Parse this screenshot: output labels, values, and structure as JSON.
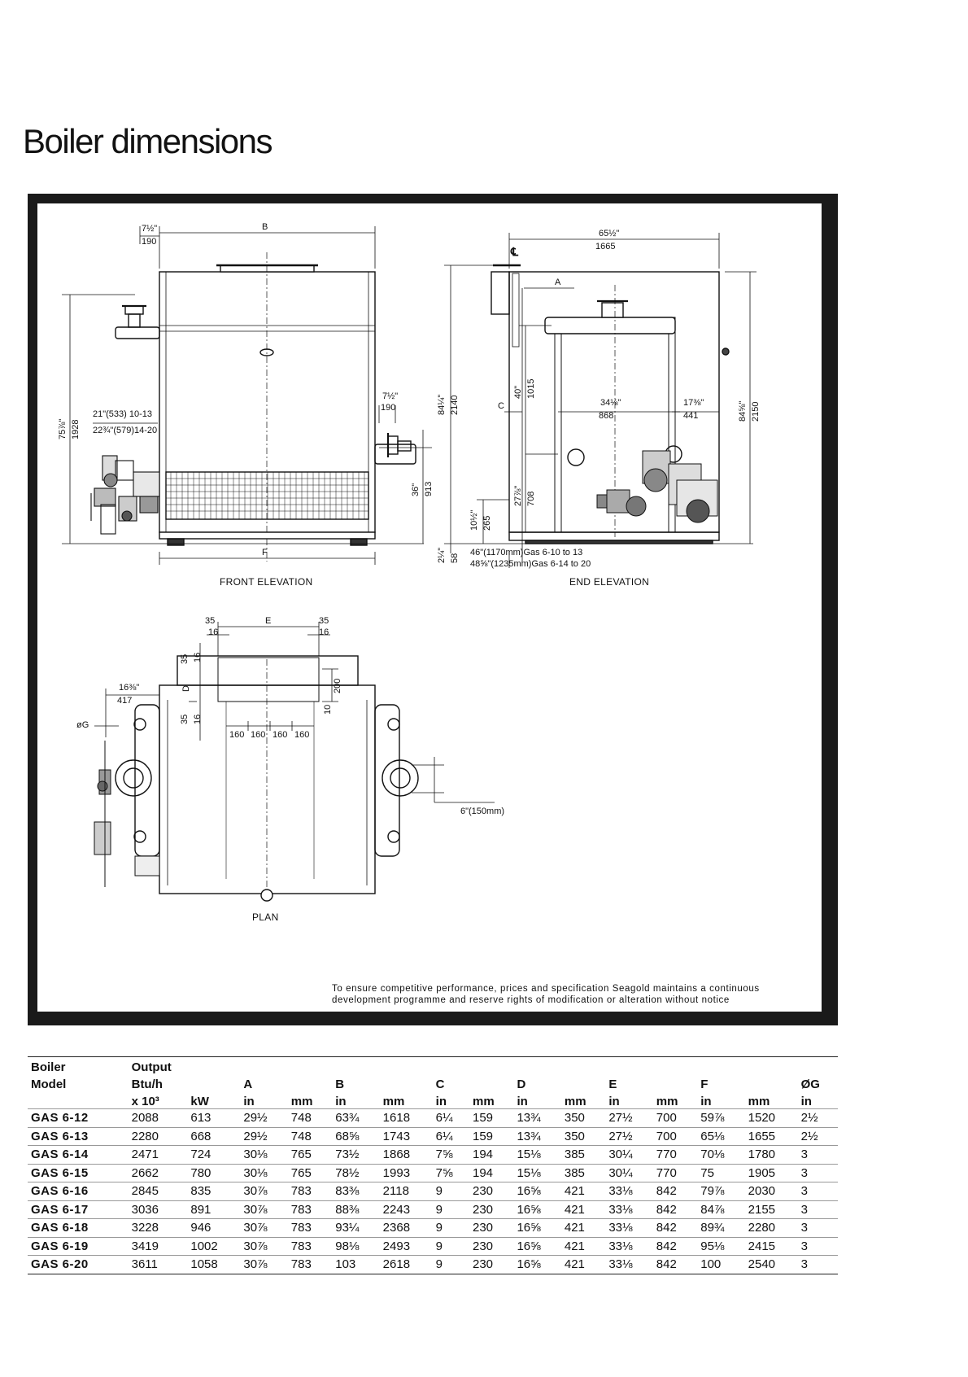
{
  "page_title": "Boiler dimensions",
  "drawing": {
    "front_elevation_label": "FRONT ELEVATION",
    "end_elevation_label": "END ELEVATION",
    "plan_label": "PLAN",
    "notice_line1": "To ensure competitive performance, prices and specification Seagold maintains a continuous",
    "notice_line2": "development programme and reserve rights of modification or alteration without notice",
    "front_dims": {
      "b": "B",
      "f": "F",
      "d7a": "7½\"",
      "d190a": "190",
      "d7b": "7½\"",
      "d190b": "190",
      "d75": "75⅞\"",
      "d1928": "1928",
      "d21": "21\"(533) 10-13",
      "d22": "22¾\"(579)14-20",
      "d36": "36\"",
      "d913": "913"
    },
    "end_dims": {
      "d65": "65½\"",
      "d1665": "1665",
      "cl": "℄",
      "a": "A",
      "c": "C",
      "d84a": "84¼\"",
      "d2140": "2140",
      "d40": "40\"",
      "d1015": "1015",
      "d34": "34⅛\"",
      "d868": "868",
      "d17": "17⅜\"",
      "d441": "441",
      "d84b": "84⅝\"",
      "d2150": "2150",
      "d27": "27⅞\"",
      "d708": "708",
      "d10": "10½\"",
      "d265": "265",
      "d2": "2¼\"",
      "d58": "58",
      "d46": "46\"(1170mm)Gas 6-10 to 13",
      "d48": "48⅝\"(1235mm)Gas 6-14 to 20"
    },
    "plan_dims": {
      "d35a": "35",
      "d16a": "16",
      "e": "E",
      "d35b": "35",
      "d16b": "16",
      "d35c": "35",
      "d16c": "16",
      "dd": "D",
      "d200": "200",
      "d10": "10",
      "d35d": "35",
      "d16d": "16",
      "d160": "160",
      "d16in": "16⅜\"",
      "d417": "417",
      "og": "øG",
      "d6": "6\"(150mm)"
    }
  },
  "table": {
    "headers": {
      "boiler": "Boiler",
      "model": "Model",
      "output": "Output",
      "btuh": "Btu/h",
      "x103": "x 10³",
      "kw": "kW",
      "a": "A",
      "b": "B",
      "c": "C",
      "d": "D",
      "e": "E",
      "f": "F",
      "og": "ØG",
      "in": "in",
      "mm": "mm"
    },
    "rows": [
      [
        "GAS 6-12",
        "2088",
        "613",
        "29½",
        "748",
        "63¾",
        "1618",
        "6¼",
        "159",
        "13¾",
        "350",
        "27½",
        "700",
        "59⅞",
        "1520",
        "2½"
      ],
      [
        "GAS 6-13",
        "2280",
        "668",
        "29½",
        "748",
        "68⅝",
        "1743",
        "6¼",
        "159",
        "13¾",
        "350",
        "27½",
        "700",
        "65⅛",
        "1655",
        "2½"
      ],
      [
        "GAS 6-14",
        "2471",
        "724",
        "30⅛",
        "765",
        "73½",
        "1868",
        "7⅝",
        "194",
        "15⅛",
        "385",
        "30¼",
        "770",
        "70⅛",
        "1780",
        "3"
      ],
      [
        "GAS 6-15",
        "2662",
        "780",
        "30⅛",
        "765",
        "78½",
        "1993",
        "7⅝",
        "194",
        "15⅛",
        "385",
        "30¼",
        "770",
        "75",
        "1905",
        "3"
      ],
      [
        "GAS 6-16",
        "2845",
        "835",
        "30⅞",
        "783",
        "83⅜",
        "2118",
        "9",
        "230",
        "16⅝",
        "421",
        "33⅛",
        "842",
        "79⅞",
        "2030",
        "3"
      ],
      [
        "GAS 6-17",
        "3036",
        "891",
        "30⅞",
        "783",
        "88⅜",
        "2243",
        "9",
        "230",
        "16⅝",
        "421",
        "33⅛",
        "842",
        "84⅞",
        "2155",
        "3"
      ],
      [
        "GAS 6-18",
        "3228",
        "946",
        "30⅞",
        "783",
        "93¼",
        "2368",
        "9",
        "230",
        "16⅝",
        "421",
        "33⅛",
        "842",
        "89¾",
        "2280",
        "3"
      ],
      [
        "GAS 6-19",
        "3419",
        "1002",
        "30⅞",
        "783",
        "98⅛",
        "2493",
        "9",
        "230",
        "16⅝",
        "421",
        "33⅛",
        "842",
        "95⅛",
        "2415",
        "3"
      ],
      [
        "GAS 6-20",
        "3611",
        "1058",
        "30⅞",
        "783",
        "103",
        "2618",
        "9",
        "230",
        "16⅝",
        "421",
        "33⅛",
        "842",
        "100",
        "2540",
        "3"
      ]
    ]
  }
}
